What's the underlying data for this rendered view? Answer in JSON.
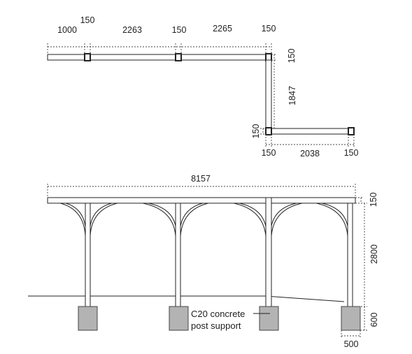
{
  "plan": {
    "dims_top": {
      "d1000": "1000",
      "d150_a": "150",
      "d2263": "2263",
      "d150_b": "150",
      "d2265": "2265",
      "d150_c": "150"
    },
    "dims_right": {
      "d150_top": "150",
      "d1847": "1847"
    },
    "dims_lower": {
      "d150_left_v": "150",
      "d150_left": "150",
      "d2038": "2038",
      "d150_right": "150"
    }
  },
  "elevation": {
    "overall_length": "8157",
    "beam_height": "150",
    "post_height": "2800",
    "footing_height": "600",
    "footing_width": "500",
    "note": {
      "line1": "C20 concrete",
      "line2": "post support"
    }
  },
  "colors": {
    "line": "#222222",
    "footing_fill": "#b3b3b3",
    "dim_line": "#555555"
  }
}
